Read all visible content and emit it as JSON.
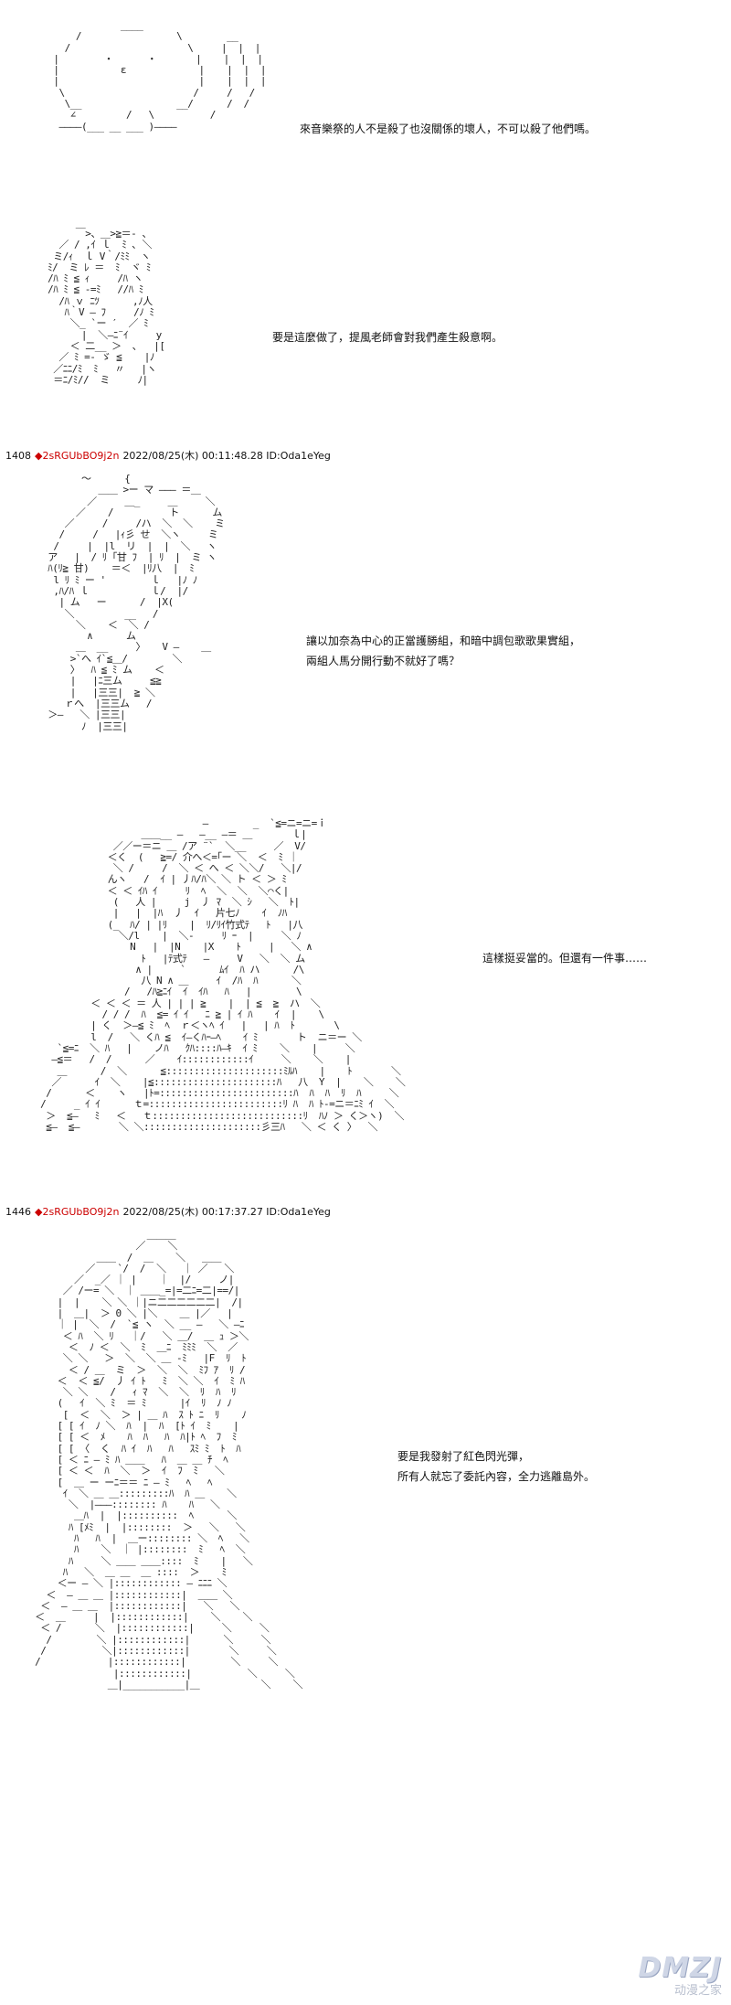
{
  "posts": [
    {
      "header": null,
      "panels": [
        {
          "lines": [
            "來音樂祭的人不是殺了也沒關係的壞人，不可以殺了他們嗎。"
          ]
        },
        {
          "lines": [
            "要是這麼做了，提風老師會對我們產生殺意啊。"
          ]
        }
      ]
    },
    {
      "header": {
        "num": "1408",
        "diamond": "◆",
        "trip": "2sRGUbBO9j2n",
        "info": "2022/08/25(木) 00:11:48.28 ID:Oda1eYeg"
      },
      "panels": [
        {
          "lines": [
            "讓以加奈為中心的正當護勝組，和暗中調包歌歌果實組，",
            "兩組人馬分開行動不就好了嗎？"
          ]
        },
        {
          "lines": [
            "這樣挺妥當的。但還有一件事……"
          ]
        }
      ]
    },
    {
      "header": {
        "num": "1446",
        "diamond": "◆",
        "trip": "2sRGUbBO9j2n",
        "info": "2022/08/25(木) 00:17:37.27 ID:Oda1eYeg"
      },
      "panels": [
        {
          "lines": [
            "要是我發射了紅色閃光彈，",
            "所有人就忘了委託內容，全力逃離島外。"
          ]
        }
      ]
    }
  ],
  "watermark": {
    "logo": "DMZJ",
    "text": "动漫之家"
  }
}
